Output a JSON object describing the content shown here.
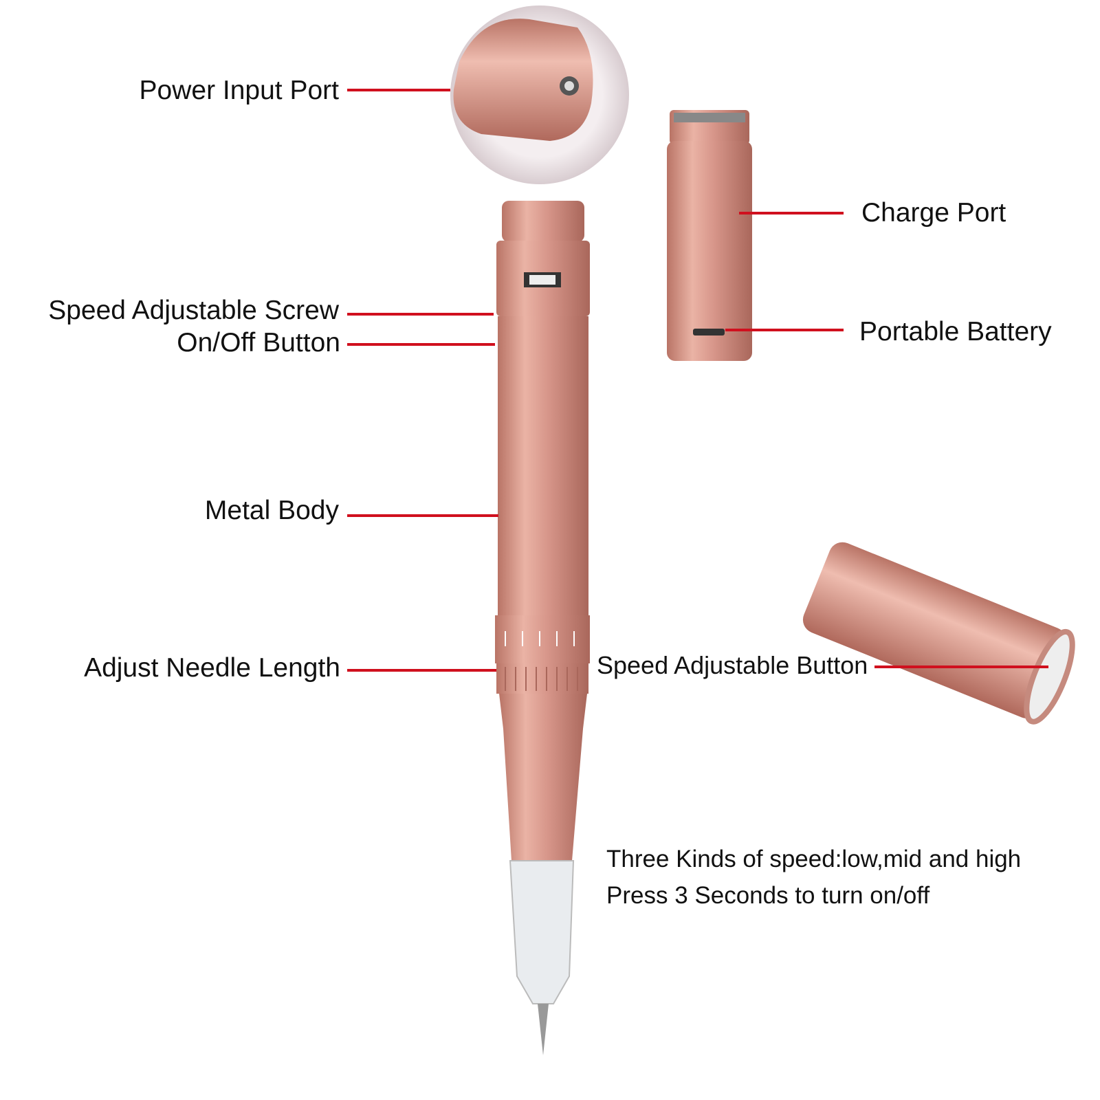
{
  "labels": {
    "power_input_port": "Power Input Port",
    "charge_port": "Charge Port",
    "speed_adjustable_screw": "Speed Adjustable Screw",
    "on_off_button": "On/Off Button",
    "portable_battery": "Portable Battery",
    "metal_body": "Metal Body",
    "adjust_needle_length": "Adjust Needle Length",
    "speed_adjustable_button": "Speed Adjustable Button"
  },
  "notes": {
    "line1": "Three Kinds of speed:low,mid and high",
    "line2": "Press 3 Seconds to turn on/off"
  },
  "colors": {
    "leader_line": "#d0101e",
    "metal": "#d9988a"
  }
}
